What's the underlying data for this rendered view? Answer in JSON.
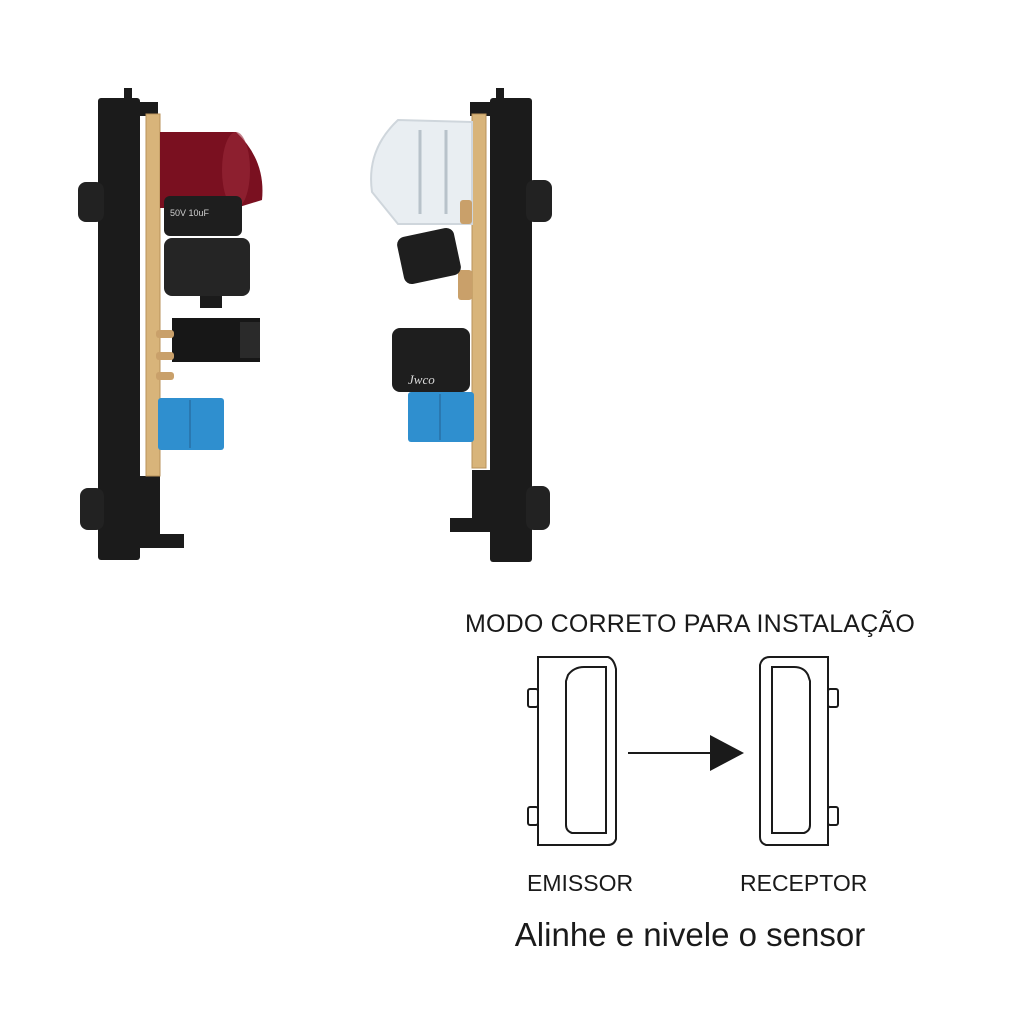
{
  "photo": {
    "left_module": {
      "capacitor_marking": "50V 10uF"
    },
    "right_module": {
      "capacitor_brand": "Jwco"
    }
  },
  "diagram": {
    "title": "MODO CORRETO PARA INSTALAÇÃO",
    "emitter_label": "EMISSOR",
    "receiver_label": "RECEPTOR",
    "instruction": "Alinhe e nivele o sensor"
  },
  "colors": {
    "housing": "#1b1b1b",
    "pcb": "#d8b47a",
    "red_lens": "#7a1020",
    "clear_lens": "#e9eef2",
    "terminal_block": "#2f8fcf",
    "capacitor": "#1e1e1e"
  }
}
